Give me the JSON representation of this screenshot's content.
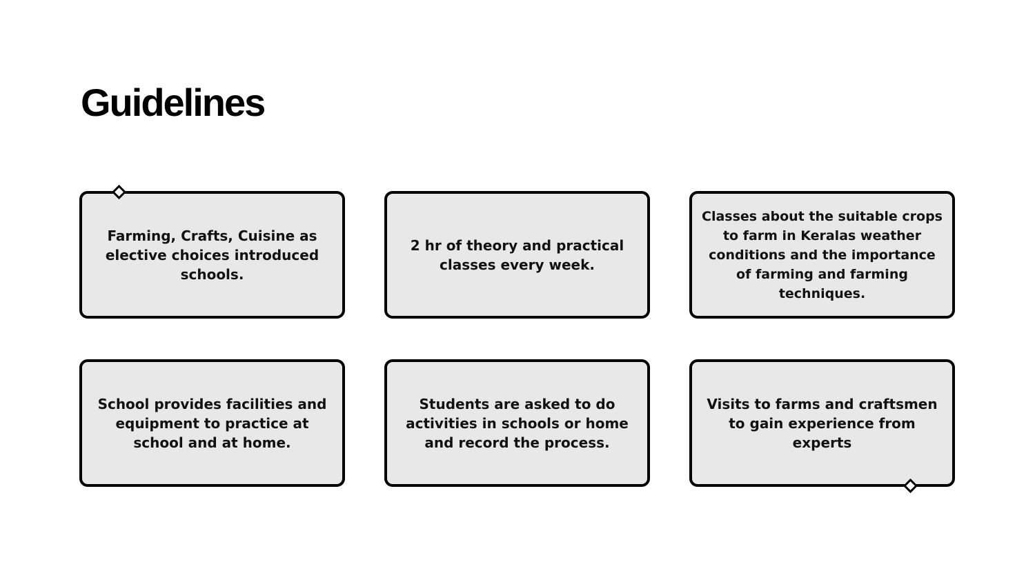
{
  "slide": {
    "title": "Guidelines"
  },
  "cards": [
    {
      "text": "Farming, Crafts, Cuisine as elective choices introduced schools."
    },
    {
      "text": "2 hr of theory and practical classes every week."
    },
    {
      "text": "Classes about the suitable crops to farm in Keralas weather conditions and the importance of farming and farming techniques."
    },
    {
      "text": "School provides facilities and equipment to practice at school and at home."
    },
    {
      "text": "Students are asked to do activities in schools or home and record the process."
    },
    {
      "text": "Visits to farms and craftsmen to gain experience from experts"
    }
  ],
  "colors": {
    "background": "#ffffff",
    "card_fill": "#e8e8e8",
    "card_border": "#000000",
    "text": "#111111"
  }
}
